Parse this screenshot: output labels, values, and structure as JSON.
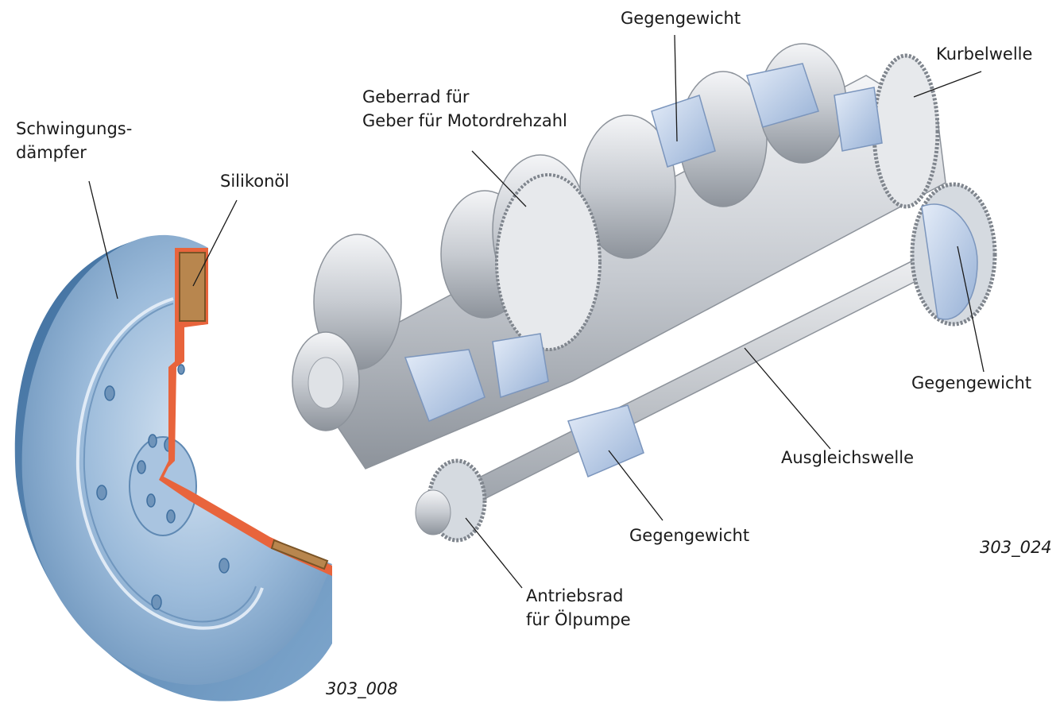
{
  "damper": {
    "label_damper_line1": "Schwingungs-",
    "label_damper_line2": "dämpfer",
    "label_oil": "Silikonöl",
    "figure_id": "303_008"
  },
  "crankshaft": {
    "label_counterweight_top": "Gegengewicht",
    "label_crankshaft": "Kurbelwelle",
    "label_sensor_line1": "Geberrad für",
    "label_sensor_line2": "Geber für Motordrehzahl",
    "label_counterweight_right": "Gegengewicht",
    "label_balance_shaft": "Ausgleichswelle",
    "label_counterweight_bottom": "Gegengewicht",
    "label_oilpump_line1": "Antriebsrad",
    "label_oilpump_line2": "für Ölpumpe",
    "figure_id": "303_024"
  },
  "colors": {
    "damper_blue": "#8fb4d6",
    "damper_section": "#e8643c",
    "silicone_oil": "#b8864e",
    "steel_grey": "#cfd3d8",
    "counterweight_blue": "#b9cde8",
    "leader_line": "#1a1a1a"
  }
}
